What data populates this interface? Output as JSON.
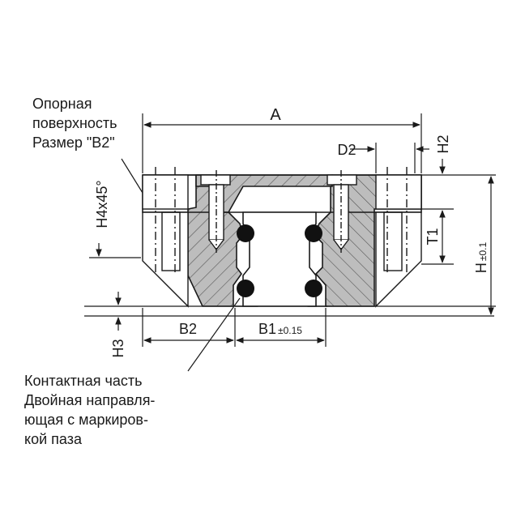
{
  "support_note": {
    "lines": [
      "Опорная",
      "поверхность",
      "Размер \"В2\""
    ]
  },
  "contact_note": {
    "lines": [
      "Контактная часть",
      "Двойная направля-",
      "ющая с маркиров-",
      "кой паза"
    ]
  },
  "dimensions": {
    "A": "A",
    "D2": "D2",
    "H2": "H2",
    "T1": "T1",
    "H": "H",
    "H_tol": "±0.1",
    "H4x45": "H4x45°",
    "H3": "H3",
    "B2": "B2",
    "B1": "B1",
    "B1_tol": "±0.15"
  },
  "colors": {
    "line": "#1a1a1a",
    "section_fill": "#bdbdbd",
    "ball": "#111111",
    "background": "#ffffff"
  }
}
